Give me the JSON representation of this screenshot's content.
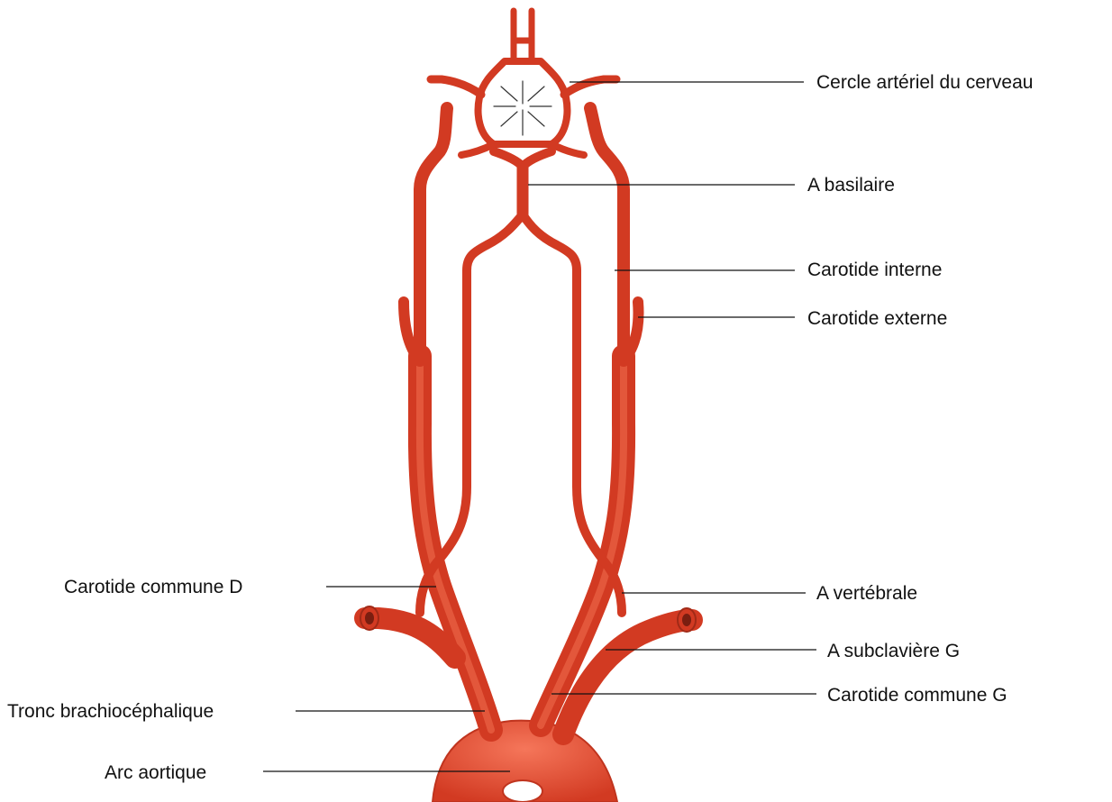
{
  "colors": {
    "artery": "#e2432c",
    "artery_dark": "#b8321f",
    "artery_light": "#f08a6e",
    "leader": "#111111",
    "background": "#ffffff"
  },
  "labels": {
    "cercle_arteriel": "Cercle artériel du cerveau",
    "basilaire": "A basilaire",
    "carotide_interne": "Carotide interne",
    "carotide_externe": "Carotide externe",
    "carotide_commune_d": "Carotide commune D",
    "vertebrale": "A vertébrale",
    "subclaviere_g": "A subclavière G",
    "carotide_commune_g": "Carotide commune G",
    "tronc_brachiocephalique": "Tronc brachiocéphalique",
    "arc_aortique": "Arc aortique"
  }
}
